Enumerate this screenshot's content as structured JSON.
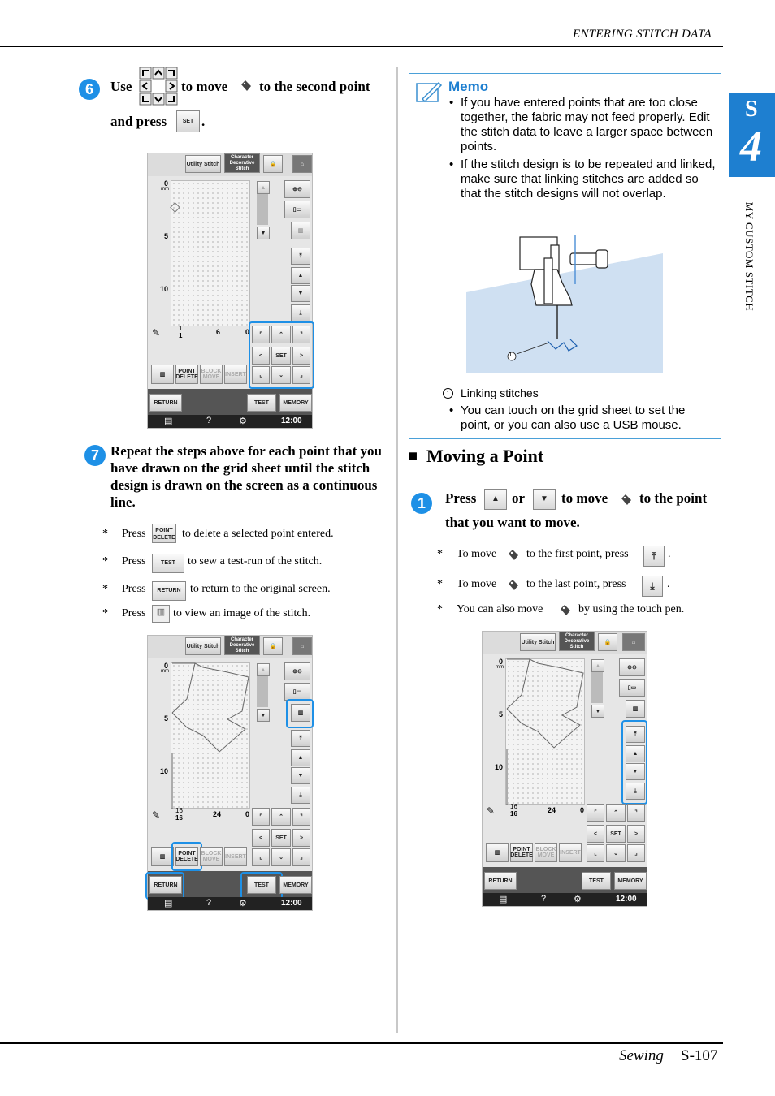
{
  "header": {
    "title": "ENTERING STITCH DATA"
  },
  "side_tab": {
    "letter": "S",
    "number": "4",
    "vertical": "MY CUSTOM STITCH"
  },
  "footer": {
    "section": "Sewing",
    "page": "S-107"
  },
  "step6": {
    "num": "6",
    "use": "Use",
    "to_move": "to move",
    "second_point": "to the second point",
    "and_press": "and press",
    "period": "."
  },
  "step7": {
    "num": "7",
    "text": "Repeat the steps above for each point that you have drawn on the grid sheet until the stitch design is drawn on the screen as a continuous line."
  },
  "notes_left": [
    {
      "star": "*",
      "pre": "Press",
      "key": "POINT DELETE",
      "post": "to delete a selected point entered."
    },
    {
      "star": "*",
      "pre": "Press",
      "key": "TEST",
      "post": "to sew a test-run of the stitch."
    },
    {
      "star": "*",
      "pre": "Press",
      "key": "RETURN",
      "post": "to return to the original screen."
    },
    {
      "star": "*",
      "pre": "Press",
      "key": "",
      "post": "to view an image of the stitch."
    }
  ],
  "memo": {
    "title": "Memo",
    "bullets": [
      "If you have entered points that are too close together, the fabric may not feed properly. Edit the stitch data to leave a larger space between points.",
      "If the stitch design is to be repeated and linked, make sure that linking stitches are added so that the stitch designs will not overlap."
    ],
    "callout_num": "1",
    "callout_label": "Linking stitches",
    "bullet3": "You can touch on the grid sheet to set the point, or you can also use a USB mouse."
  },
  "section": {
    "square": "■",
    "title": "Moving a Point"
  },
  "step1": {
    "num": "1",
    "press": "Press",
    "or": "or",
    "to_move": "to move",
    "to_point": "to the point",
    "line2": "that you want to move."
  },
  "notes_right": [
    {
      "star": "*",
      "pre": "To move",
      "mid": "to the first point, press",
      "post": "."
    },
    {
      "star": "*",
      "pre": "To move",
      "mid": "to the last point, press",
      "post": "."
    },
    {
      "star": "*",
      "pre": "You can also move",
      "mid": "by using the touch pen.",
      "post": ""
    }
  ],
  "screen": {
    "tab1": "Utility Stitch",
    "tab2": "Character Decorative Stitch",
    "scale": [
      "0",
      "mm",
      "5",
      "10"
    ],
    "set": "SET",
    "point_delete": "POINT DELETE",
    "block_move": "BLOCK MOVE",
    "insert": "INSERT",
    "return": "RETURN",
    "test": "TEST",
    "memory": "MEMORY",
    "clock": "12:00",
    "help": "?"
  },
  "screen_a": {
    "num_top": "1",
    "num_bot": "1",
    "height": "6",
    "width": "0"
  },
  "screen_b": {
    "num_top": "16",
    "num_bot": "16",
    "height": "24",
    "width": "0"
  },
  "screen_c": {
    "num_top": "16",
    "num_bot": "16",
    "height": "24",
    "width": "0"
  }
}
